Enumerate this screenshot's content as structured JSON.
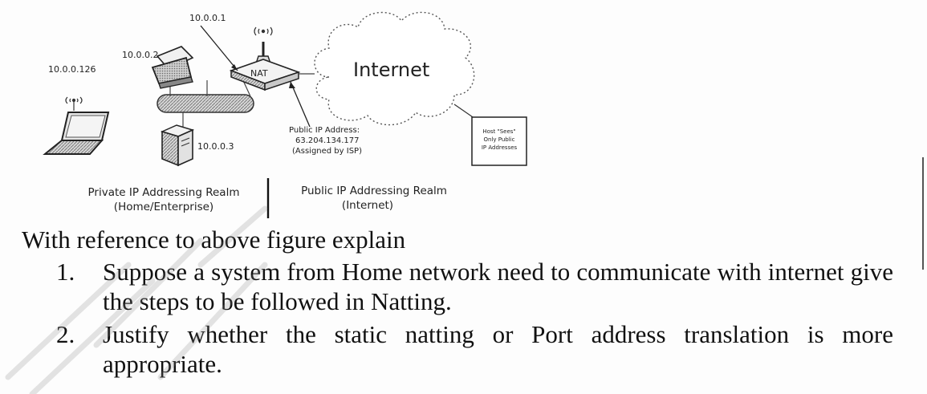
{
  "diagram": {
    "ip_router": "10.0.0.1",
    "ip_printer": "10.0.0.2",
    "ip_laptop": "10.0.0.126",
    "ip_server": "10.0.0.3",
    "nat_label": "NAT",
    "internet_label": "Internet",
    "public_ip_lines": [
      "Public IP Address:",
      "63.204.134.177",
      "(Assigned by ISP)"
    ],
    "host_note_lines": [
      "Host \"Sees\"",
      "Only Public",
      "IP Addresses"
    ],
    "private_realm_lines": [
      "Private IP Addressing Realm",
      "(Home/Enterprise)"
    ],
    "public_realm_lines": [
      "Public IP Addressing Realm",
      "(Internet)"
    ]
  },
  "question": {
    "lead": "With reference to above figure explain",
    "items": [
      {
        "number": "1.",
        "text": "Suppose a system from Home network need to communicate with internet give the steps to be followed in Natting."
      },
      {
        "number": "2.",
        "text": "Justify whether the static natting or Port address translation is more appropriate."
      }
    ]
  }
}
